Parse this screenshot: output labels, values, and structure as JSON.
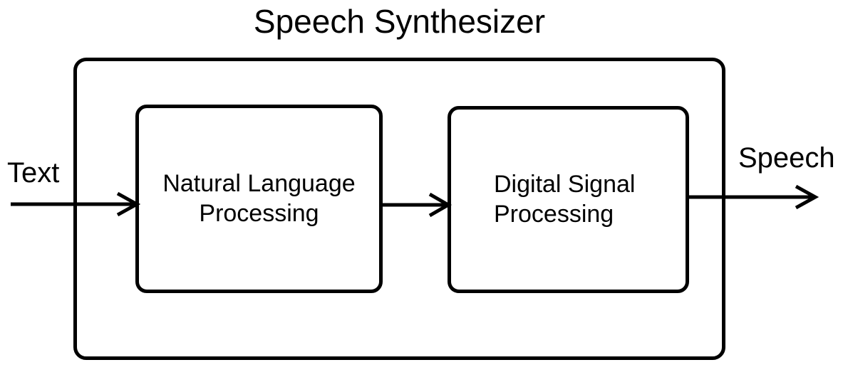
{
  "diagram": {
    "title": "Speech Synthesizer",
    "input_label": "Text",
    "output_label": "Speech",
    "blocks": [
      {
        "id": "nlp",
        "label": "Natural Language\nProcessing"
      },
      {
        "id": "dsp",
        "label": "Digital Signal\nProcessing"
      }
    ],
    "arrows": [
      {
        "id": "input-arrow",
        "from": "Text",
        "to": "Natural Language Processing"
      },
      {
        "id": "connector-arrow",
        "from": "Natural Language Processing",
        "to": "Digital Signal Processing"
      },
      {
        "id": "output-arrow",
        "from": "Digital Signal Processing",
        "to": "Speech"
      }
    ],
    "colors": {
      "stroke": "#000000",
      "text": "#000000",
      "background": "#ffffff"
    }
  }
}
